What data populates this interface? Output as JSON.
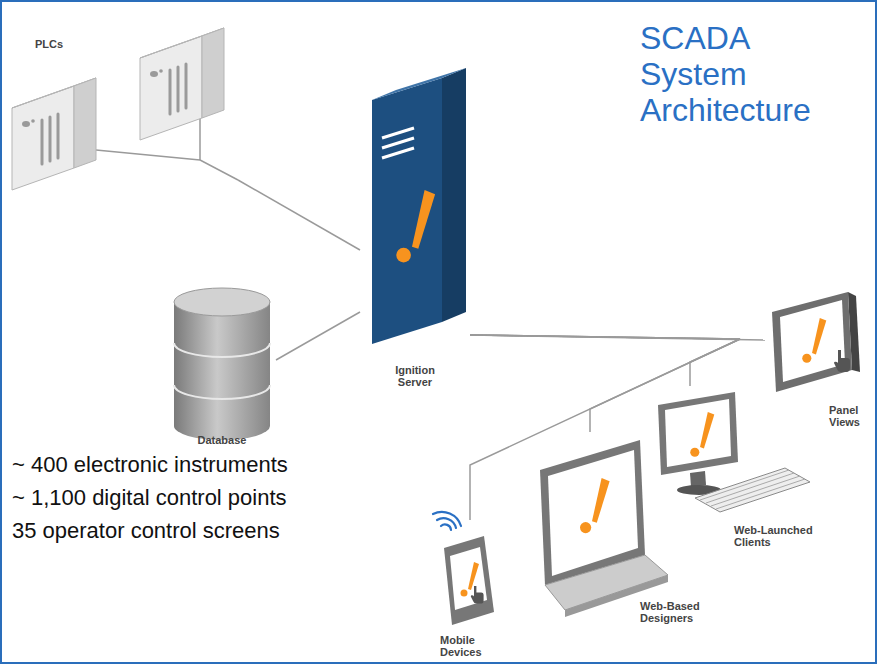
{
  "diagram": {
    "title": "SCADA System Architecture",
    "nodes": [
      {
        "text": [
          "PLCs"
        ]
      },
      {
        "text": [
          "Ignition Server"
        ]
      },
      {
        "text": [
          "Database"
        ]
      },
      {
        "text": [
          "Panel Views"
        ]
      },
      {
        "text": [
          "Web-Launched Clients"
        ]
      },
      {
        "text": [
          "Web-Based Designers"
        ]
      },
      {
        "text": [
          "Mobile Devices"
        ]
      }
    ],
    "edges": [
      {
        "from": 0,
        "to": 1,
        "arrow": "none"
      },
      {
        "from": 2,
        "to": 1,
        "arrow": "none"
      },
      {
        "from": 1,
        "to": 3,
        "arrow": "none"
      },
      {
        "from": 1,
        "to": 4,
        "arrow": "none"
      },
      {
        "from": 1,
        "to": 5,
        "arrow": "none"
      },
      {
        "from": 1,
        "to": 6,
        "arrow": "none"
      }
    ],
    "labels": [
      "~ 400 electronic instruments",
      "~ 1,100 digital control points",
      "35 operator control screens"
    ]
  }
}
